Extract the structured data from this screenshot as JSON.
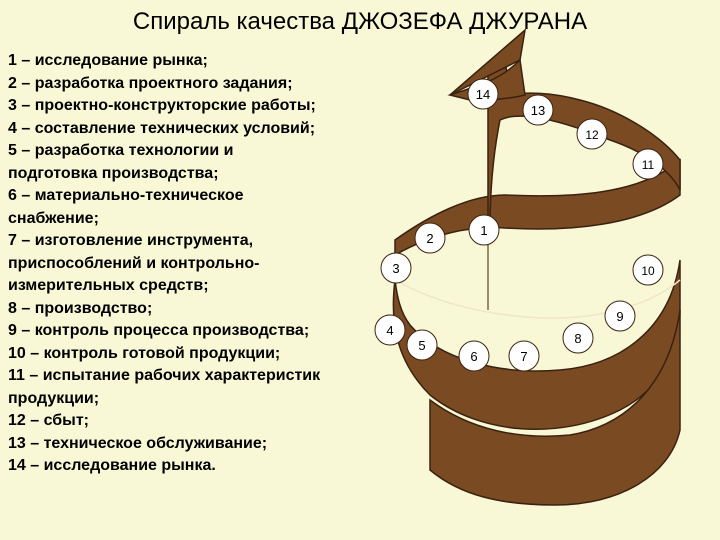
{
  "title": "Спираль качества ДЖОЗЕФА ДЖУРАНА",
  "list": [
    "1 – исследование рынка;",
    "2 – разработка проектного задания;",
    "3 – проектно-конструкторские работы;",
    "4 – составление технических условий;",
    "5 – разработка технологии и",
    "подготовка производства;",
    "6 – материально-техническое",
    "снабжение;",
    "7 – изготовление инструмента,",
    "приспособлений и контрольно-",
    "измерительных средств;",
    "8 – производство;",
    "9 – контроль процесса производства;",
    "10 – контроль готовой продукции;",
    "11 – испытание рабочих характеристик",
    "продукции;",
    "12 – сбыт;",
    "13 – техническое обслуживание;",
    "14 – исследование рынка."
  ],
  "stages": [
    "1",
    "2",
    "3",
    "4",
    "5",
    "6",
    "7",
    "8",
    "9",
    "10",
    "11",
    "12",
    "13",
    "14"
  ],
  "colors": {
    "background": "#f8f7d6",
    "band_fill": "#7a4a22",
    "band_outline": "#3a2210",
    "label_circle": "#ffffff"
  }
}
